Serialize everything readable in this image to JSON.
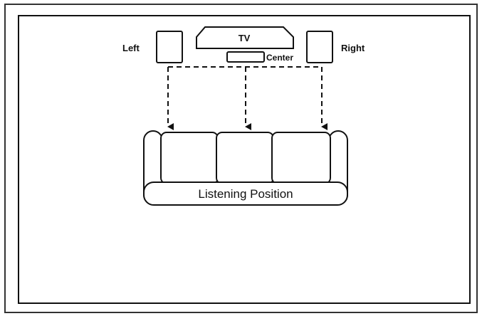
{
  "labels": {
    "left": "Left",
    "right": "Right",
    "tv": "TV",
    "center": "Center",
    "listening_position": "Listening Position"
  },
  "colors": {
    "stroke": "#111111",
    "background": "#ffffff",
    "outer_border": "#333333"
  }
}
